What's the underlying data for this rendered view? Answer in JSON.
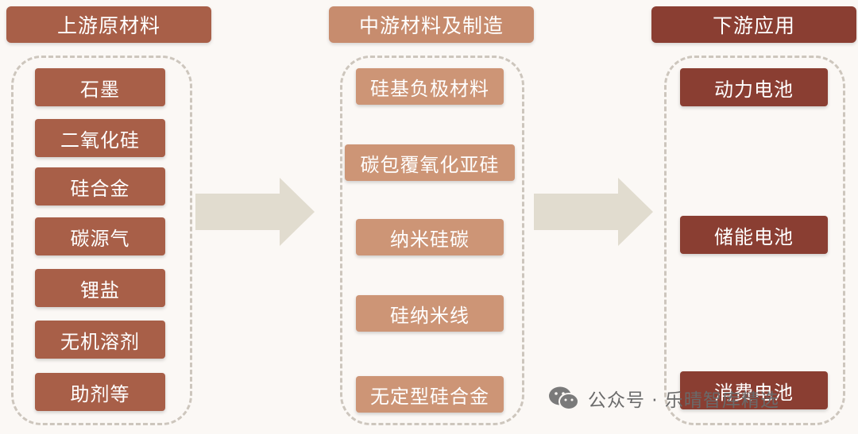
{
  "colors": {
    "upstream": "#a85f48",
    "midstream": "#cd9576",
    "downstream": "#8a3e32",
    "arrow": "#e1dccf",
    "dashed_border": "#cdc6bd"
  },
  "columns": {
    "upstream": {
      "title": "上游原材料",
      "items": [
        "石墨",
        "二氧化硅",
        "硅合金",
        "碳源气",
        "锂盐",
        "无机溶剂",
        "助剂等"
      ]
    },
    "midstream": {
      "title": "中游材料及制造",
      "items": [
        "硅基负极材料",
        "碳包覆氧化亚硅",
        "纳米硅碳",
        "硅纳米线",
        "无定型硅合金"
      ]
    },
    "downstream": {
      "title": "下游应用",
      "items": [
        "动力电池",
        "储能电池",
        "消费电池"
      ]
    }
  },
  "watermark": {
    "icon": "wechat-icon",
    "text": "公众号 · 乐晴智库精选"
  }
}
